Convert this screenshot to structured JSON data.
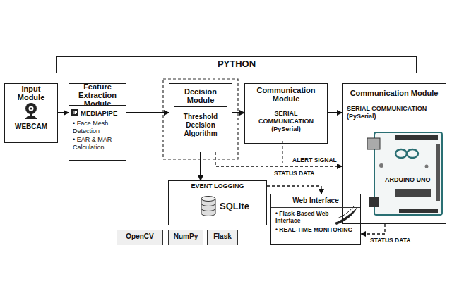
{
  "diagram": {
    "nodes": [
      {
        "text": [
          "PYTHON"
        ]
      },
      {
        "text": [
          "Input Module"
        ]
      },
      {
        "text": [
          "WEBCAM"
        ],
        "in": 1
      },
      {
        "text": [
          "Feature Extraction Module"
        ]
      },
      {
        "text": [
          "MEDIAPIPE",
          "• Face Mesh Detection",
          "• EAR & MAR Calculation"
        ],
        "in": 3
      },
      {
        "text": [
          "Decision Module"
        ]
      },
      {
        "text": [
          "Threshold Decision Algorithm"
        ],
        "in": 5
      },
      {
        "text": [
          "Communication Module"
        ]
      },
      {
        "text": [
          "SERIAL COMMUNICATION (PySerial)"
        ],
        "in": 7
      },
      {
        "text": [
          "Communication Module"
        ]
      },
      {
        "text": [
          "SERIAL COMMUNICATION (PySerial)",
          "ARDUINO UNO"
        ],
        "in": 9
      },
      {
        "text": [
          "EVENT LOGGING",
          "SQLite"
        ]
      },
      {
        "text": [
          "OpenCV"
        ]
      },
      {
        "text": [
          "NumPy"
        ]
      },
      {
        "text": [
          "Flask"
        ]
      },
      {
        "text": [
          "Web Interface",
          "• Flask-Based Web Interface",
          "• REAL-TIME MONITORING"
        ]
      }
    ],
    "edges": [
      {
        "from": 1,
        "to": 3,
        "arrow": "to"
      },
      {
        "from": 3,
        "to": 5,
        "arrow": "to"
      },
      {
        "from": 5,
        "to": 7,
        "arrow": "to"
      },
      {
        "from": 7,
        "to": 9,
        "arrow": "to"
      },
      {
        "from": 5,
        "to": 11,
        "arrow": "to"
      },
      {
        "from": 5,
        "to": 9,
        "label": "ALERT SIGNAL",
        "arrow": "to"
      },
      {
        "from": 11,
        "to": 15,
        "arrow": "to"
      },
      {
        "from": 9,
        "to": 15,
        "label": "STATUS DATA",
        "arrow": "to"
      }
    ],
    "labels": [
      "STATUS DATA"
    ]
  }
}
